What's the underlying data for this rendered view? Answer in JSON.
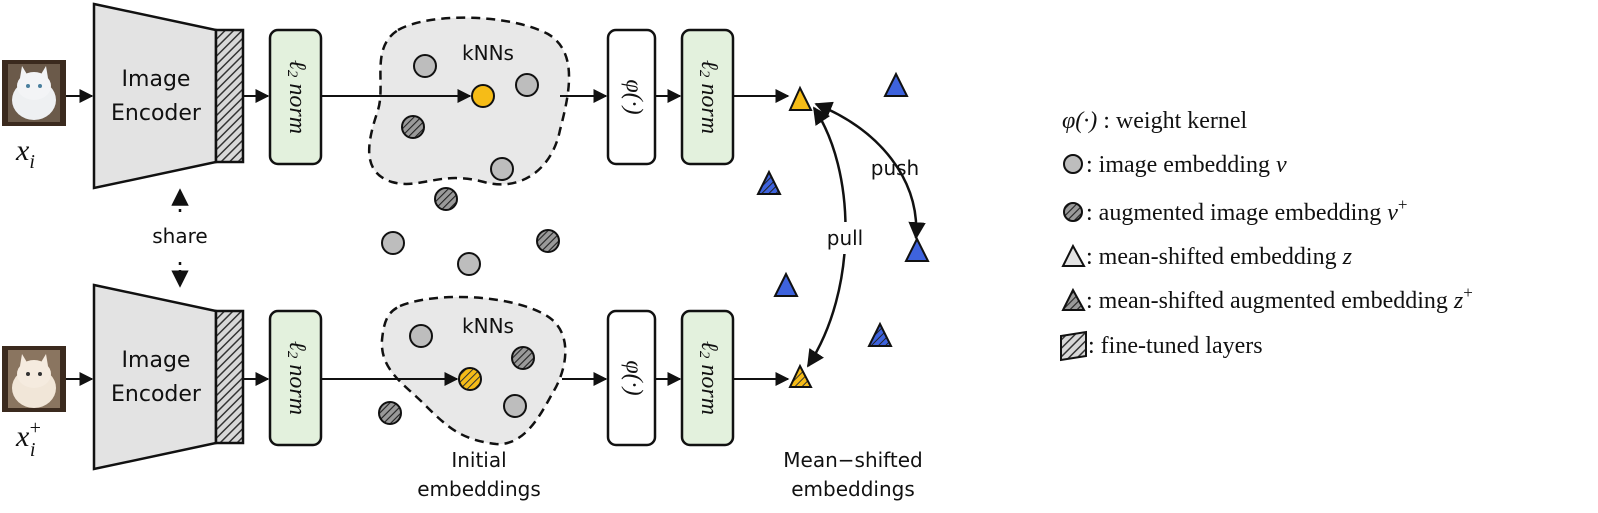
{
  "colors": {
    "encoder_fill": "#e3e3e3",
    "norm_fill": "#e3f1dd",
    "cluster_fill": "#e8e8e8",
    "gray_dot": "#bdbdbd",
    "yellow": "#f6bc17",
    "blue": "#3e63dd",
    "stroke": "#111111"
  },
  "top_row": {
    "input_label": "x",
    "input_sub": "i",
    "input_sup": "",
    "encoder_line1": "Image",
    "encoder_line2": "Encoder"
  },
  "bottom_row": {
    "input_label": "x",
    "input_sub": "i",
    "input_sup": "+",
    "encoder_line1": "Image",
    "encoder_line2": "Encoder"
  },
  "share_label": "share",
  "norm_label": "ℓ",
  "norm_sub": "2",
  "norm_word": "norm",
  "phi_label": "φ(·)",
  "knn_label": "kNNs",
  "push_label": "push",
  "pull_label": "pull",
  "caption_initial_line1": "Initial",
  "caption_initial_line2": "embeddings",
  "caption_mean_line1": "Mean−shifted",
  "caption_mean_line2": "embeddings",
  "legend": [
    {
      "icon": "phi-icon",
      "symbol": "φ(·)",
      "text": " : weight kernel",
      "math": "",
      "sup": ""
    },
    {
      "icon": "gray-circle-icon",
      "symbol": "",
      "text": ": image embedding ",
      "math": "v",
      "sup": ""
    },
    {
      "icon": "hatched-circle-icon",
      "symbol": "",
      "text": ": augmented image embedding ",
      "math": "v",
      "sup": "+"
    },
    {
      "icon": "triangle-outline-icon",
      "symbol": "",
      "text": ": mean-shifted embedding ",
      "math": "z",
      "sup": ""
    },
    {
      "icon": "hatched-triangle-icon",
      "symbol": "",
      "text": ": mean-shifted augmented embedding ",
      "math": "z",
      "sup": "+"
    },
    {
      "icon": "hatched-block-icon",
      "symbol": "",
      "text": " : fine-tuned layers",
      "math": "",
      "sup": ""
    }
  ]
}
